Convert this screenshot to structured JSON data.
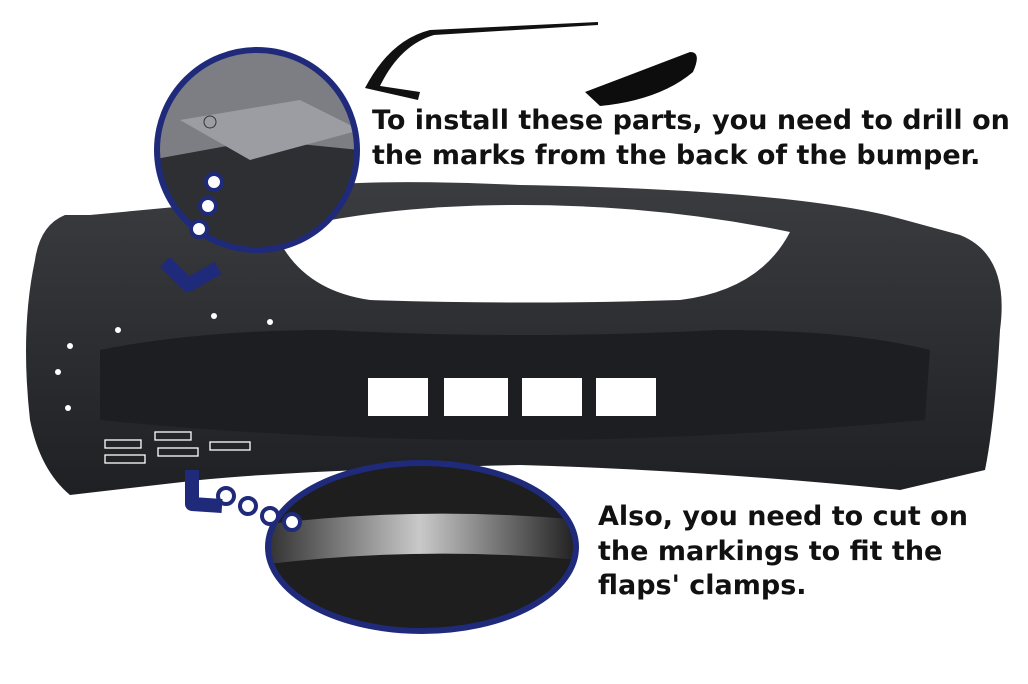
{
  "image": {
    "subject": "front-bumper-installation-guide",
    "captions": {
      "drill": [
        "To install these parts, you need to drill on",
        "the marks from the back of the bumper."
      ],
      "cut": [
        "Also, you need to cut on",
        "the markings to fit the",
        "flaps' clamps."
      ]
    },
    "colors": {
      "callout_ring": "#1f2a7a",
      "bumper": "#2b2d30",
      "text": "#111111"
    }
  }
}
